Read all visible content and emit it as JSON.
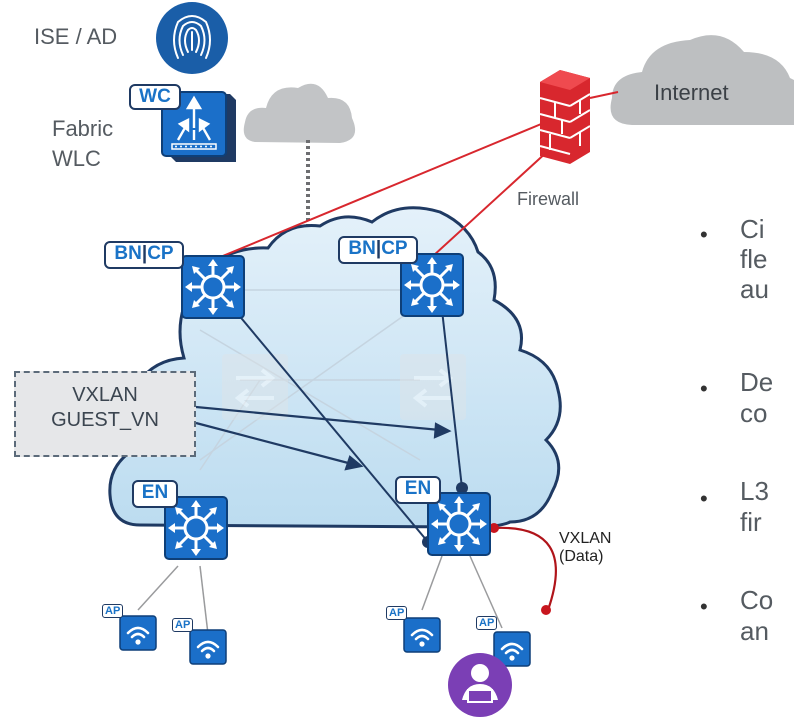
{
  "labels": {
    "ise_ad": "ISE / AD",
    "fabric": "Fabric",
    "wlc": "WLC",
    "internet": "Internet",
    "firewall": "Firewall",
    "vxlan_data_1": "VXLAN",
    "vxlan_data_2": "(Data)",
    "guest_1": "VXLAN",
    "guest_2": "GUEST_VN"
  },
  "badges": {
    "wc": "WC",
    "bn": "BN",
    "cp": "CP",
    "sep": "|",
    "en": "EN",
    "ap": "AP"
  },
  "bullets": [
    {
      "marker": "•",
      "lines": [
        "Ci",
        "fle",
        "au"
      ]
    },
    {
      "marker": "•",
      "lines": [
        "De",
        "co"
      ]
    },
    {
      "marker": "•",
      "lines": [
        "L3",
        "fir"
      ]
    },
    {
      "marker": "•",
      "lines": [
        "Co",
        "an"
      ]
    }
  ],
  "colors": {
    "cloud_fill": "#cfe6f4",
    "cloud_stroke": "#1f3a63",
    "switch_blue": "#1b6fc9",
    "red_link": "#d8272e",
    "data_link": "#b0141a",
    "gray_cloud": "#bcbec0",
    "user_purple": "#7b3fb5",
    "fingerprint_blue": "#1a5ea8"
  },
  "icons": [
    "fingerprint-icon",
    "wlc-icon",
    "firewall-icon",
    "switch-icon",
    "wifi-icon",
    "user-laptop-icon"
  ]
}
